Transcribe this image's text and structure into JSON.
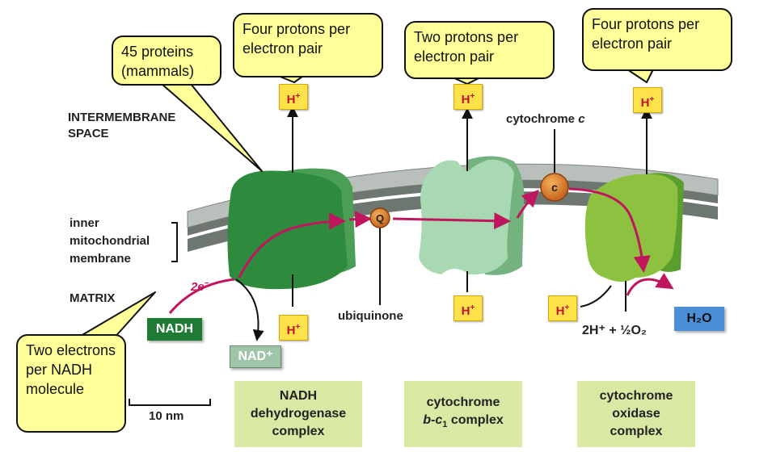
{
  "callouts": {
    "proteins": "45 proteins (mammals)",
    "nadh_dh_protons": "Four protons per electron pair",
    "bc1_protons": "Two protons per electron pair",
    "oxidase_protons": "Four protons per electron pair",
    "electrons": "Two electrons per NADH molecule"
  },
  "labels": {
    "intermembrane": "INTERMEMBRANE SPACE",
    "inner_membrane": "inner mitochondrial membrane",
    "matrix": "MATRIX",
    "cytochrome_c": "cytochrome c",
    "ubiquinone": "ubiquinone",
    "two_e": "2e",
    "two_e_sup": "−",
    "scale": "10 nm",
    "reaction": "2H⁺ + ½O₂"
  },
  "molecules": {
    "nadh": "NADH",
    "nad_plus": "NAD⁺",
    "h2o": "H₂O",
    "q": "Q",
    "c": "c",
    "proton": "H",
    "proton_charge": "+"
  },
  "complexes": {
    "nadh_dh": "NADH dehydrogenase complex",
    "bc1": "cytochrome b-c₁ complex",
    "oxidase": "cytochrome oxidase complex"
  },
  "colors": {
    "membrane_top": "#b9c0bb",
    "membrane_band": "#6e7670",
    "nadh_dh": "#2e8b3e",
    "bc1": "#a8d9b2",
    "oxidase": "#8cc23f",
    "arrow": "#c0165e",
    "callout": "#ffff99",
    "proton_box": "#ffe24a",
    "complex_label": "#d9e9a4"
  }
}
